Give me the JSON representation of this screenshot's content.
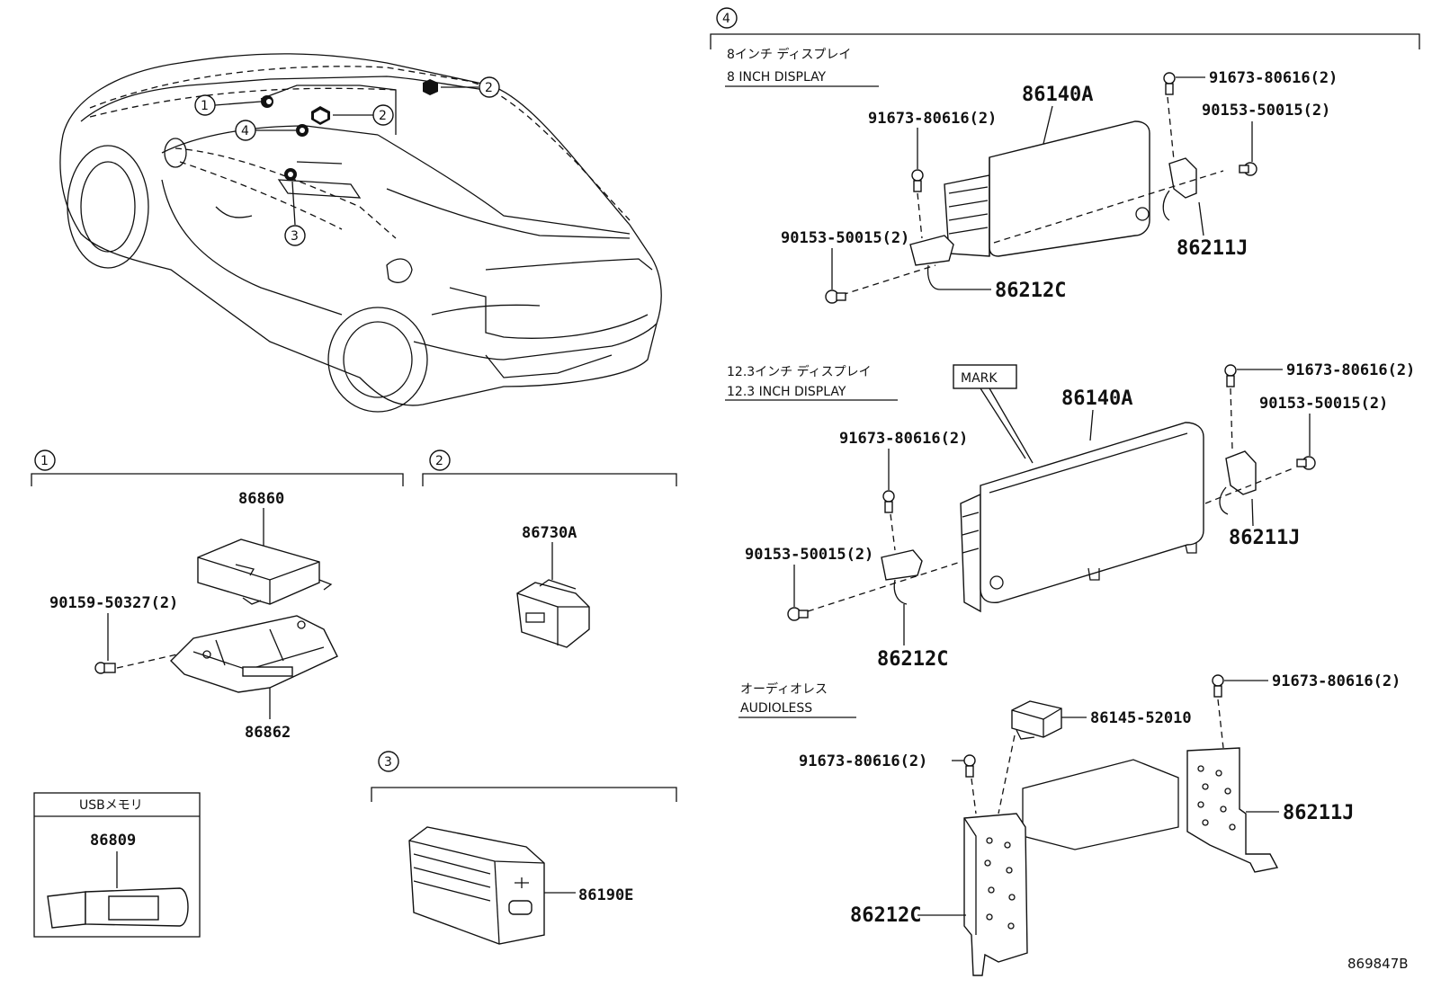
{
  "sections": {
    "s1": "1",
    "s2": "2",
    "s3": "3",
    "s4": "4"
  },
  "car_callouts": [
    "1",
    "2",
    "2",
    "4",
    "3"
  ],
  "section1": {
    "parts": [
      "86860",
      "90159-50327(2)",
      "86862"
    ]
  },
  "section2": {
    "parts": [
      "86730A"
    ]
  },
  "section3": {
    "parts": [
      "86190E"
    ]
  },
  "usb": {
    "title": "USBメモリ",
    "part": "86809"
  },
  "section4": {
    "inch8": {
      "title_jp": "8インチ ディスプレイ",
      "title_en": "8 INCH DISPLAY",
      "display": "86140A",
      "bolt_top": "91673-80616(2)",
      "bolt_left": "91673-80616(2)",
      "screw_right": "90153-50015(2)",
      "screw_left": "90153-50015(2)",
      "bracket_right": "86211J",
      "bracket_left": "86212C"
    },
    "inch12": {
      "title_jp": "12.3インチ ディスプレイ",
      "title_en": "12.3 INCH DISPLAY",
      "mark": "MARK",
      "display": "86140A",
      "bolt_top": "91673-80616(2)",
      "bolt_left": "91673-80616(2)",
      "screw_right": "90153-50015(2)",
      "screw_left": "90153-50015(2)",
      "bracket_right": "86211J",
      "bracket_left": "86212C"
    },
    "audioless": {
      "title_jp": "オーディオレス",
      "title_en": "AUDIOLESS",
      "bolt_top": "91673-80616(2)",
      "bolt_left": "91673-80616(2)",
      "module": "86145-52010",
      "bracket_right": "86211J",
      "bracket_left": "86212C"
    }
  },
  "drawing_code": "869847B"
}
